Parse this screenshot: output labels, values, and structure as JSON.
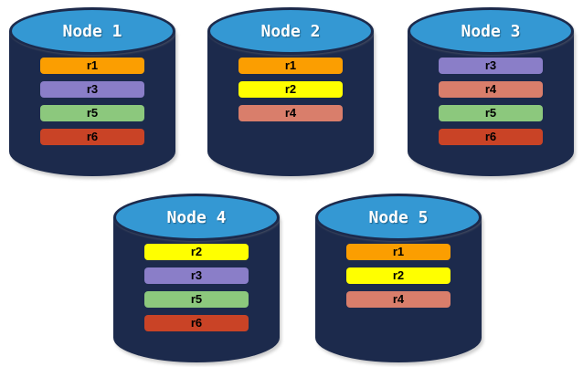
{
  "diagram_title": "database-nodes-replica-placement",
  "palette": {
    "background": "#ffffff",
    "cylinder_body": "#1c2a4c",
    "cylinder_top": "#3498d3",
    "node_label_color": "#ffffff",
    "bar_label_color": "#000000",
    "replica_colors": {
      "r1": "#fb9e01",
      "r2": "#ffff00",
      "r3": "#8a7ec8",
      "r4": "#d97e6b",
      "r5": "#8cc87d",
      "r6": "#c94326"
    }
  },
  "nodes": [
    {
      "label": "Node 1",
      "replicas": [
        {
          "label": "r1",
          "color": "#fb9e01"
        },
        {
          "label": "r3",
          "color": "#8a7ec8"
        },
        {
          "label": "r5",
          "color": "#8cc87d"
        },
        {
          "label": "r6",
          "color": "#c94326"
        }
      ]
    },
    {
      "label": "Node 2",
      "replicas": [
        {
          "label": "r1",
          "color": "#fb9e01"
        },
        {
          "label": "r2",
          "color": "#ffff00"
        },
        {
          "label": "r4",
          "color": "#d97e6b"
        }
      ]
    },
    {
      "label": "Node 3",
      "replicas": [
        {
          "label": "r3",
          "color": "#8a7ec8"
        },
        {
          "label": "r4",
          "color": "#d97e6b"
        },
        {
          "label": "r5",
          "color": "#8cc87d"
        },
        {
          "label": "r6",
          "color": "#c94326"
        }
      ]
    },
    {
      "label": "Node 4",
      "replicas": [
        {
          "label": "r2",
          "color": "#ffff00"
        },
        {
          "label": "r3",
          "color": "#8a7ec8"
        },
        {
          "label": "r5",
          "color": "#8cc87d"
        },
        {
          "label": "r6",
          "color": "#c94326"
        }
      ]
    },
    {
      "label": "Node 5",
      "replicas": [
        {
          "label": "r1",
          "color": "#fb9e01"
        },
        {
          "label": "r2",
          "color": "#ffff00"
        },
        {
          "label": "r4",
          "color": "#d97e6b"
        }
      ]
    }
  ]
}
